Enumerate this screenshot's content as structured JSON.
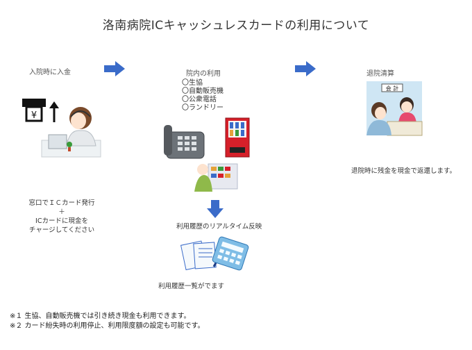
{
  "title": "洛南病院ICキャッシュレスカードの利用について",
  "steps": {
    "admission": "入院時に入金",
    "in_hospital": "院内の利用",
    "discharge": "退院清算"
  },
  "uses": [
    "〇生協",
    "〇自動販売機",
    "〇公衆電話",
    "〇ランドリー"
  ],
  "reception_desc": [
    "窓口でＩＣカード発行",
    "＋",
    "ICカードに現金を",
    "チャージしてください"
  ],
  "discharge_desc": "退院時に残金を現金で返還します。",
  "realtime_label": "利用履歴のリアルタイム反映",
  "history_label": "利用履歴一覧がでます",
  "cashier_sign": "会 計",
  "notes": [
    "※１  生協、自動販売機では引き続き現金も利用できます。",
    "※２  カード紛失時の利用停止、利用限度額の設定も可能です。"
  ],
  "colors": {
    "arrow": "#3a6bc9",
    "accent_red": "#d6202a",
    "pale_blue": "#b9d8ee"
  }
}
